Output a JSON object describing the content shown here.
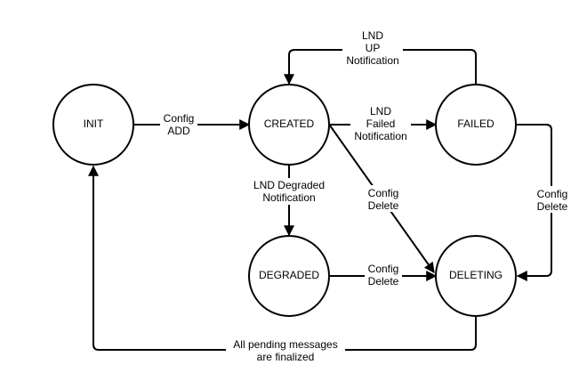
{
  "diagram": {
    "states": {
      "init": "INIT",
      "created": "CREATED",
      "failed": "FAILED",
      "degraded": "DEGRADED",
      "deleting": "DELETING"
    },
    "transitions": {
      "init_to_created": [
        "Config",
        "ADD"
      ],
      "created_to_failed": [
        "LND",
        "Failed",
        "Notification"
      ],
      "failed_to_created": [
        "LND",
        "UP",
        "Notification"
      ],
      "created_to_degraded": [
        "LND Degraded",
        "Notification"
      ],
      "created_to_deleting": [
        "Config",
        "Delete"
      ],
      "degraded_to_deleting": [
        "Config",
        "Delete"
      ],
      "failed_to_deleting": [
        "Config",
        "Delete"
      ],
      "deleting_to_init": [
        "All pending messages",
        "are finalized"
      ]
    }
  }
}
